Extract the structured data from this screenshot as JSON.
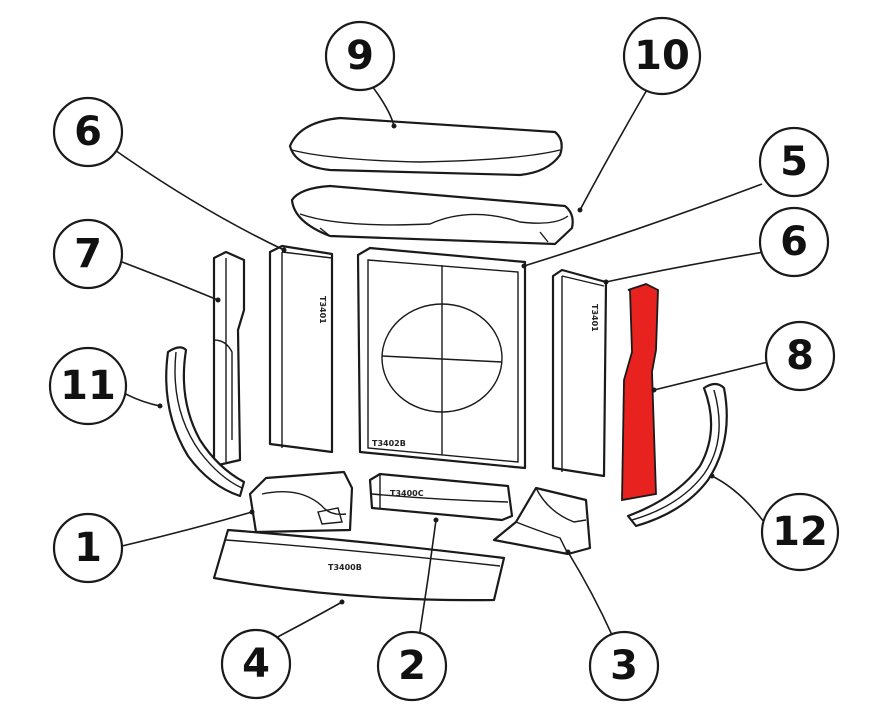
{
  "diagram": {
    "highlight_color": "#e8231f",
    "outline_color": "#1a1a1a",
    "highlighted_part": "8",
    "callouts": [
      {
        "id": "c1",
        "label": "1"
      },
      {
        "id": "c2",
        "label": "2"
      },
      {
        "id": "c3",
        "label": "3"
      },
      {
        "id": "c4",
        "label": "4"
      },
      {
        "id": "c5",
        "label": "5"
      },
      {
        "id": "c6a",
        "label": "6"
      },
      {
        "id": "c6b",
        "label": "6"
      },
      {
        "id": "c7",
        "label": "7"
      },
      {
        "id": "c8",
        "label": "8"
      },
      {
        "id": "c9",
        "label": "9"
      },
      {
        "id": "c10",
        "label": "10"
      },
      {
        "id": "c11",
        "label": "11"
      },
      {
        "id": "c12",
        "label": "12"
      }
    ],
    "stamps": {
      "back_panel": "T3402B",
      "base_front": "T3400B",
      "base_center": "T3400C",
      "side_left": "T3401",
      "side_right": "T3401"
    }
  }
}
